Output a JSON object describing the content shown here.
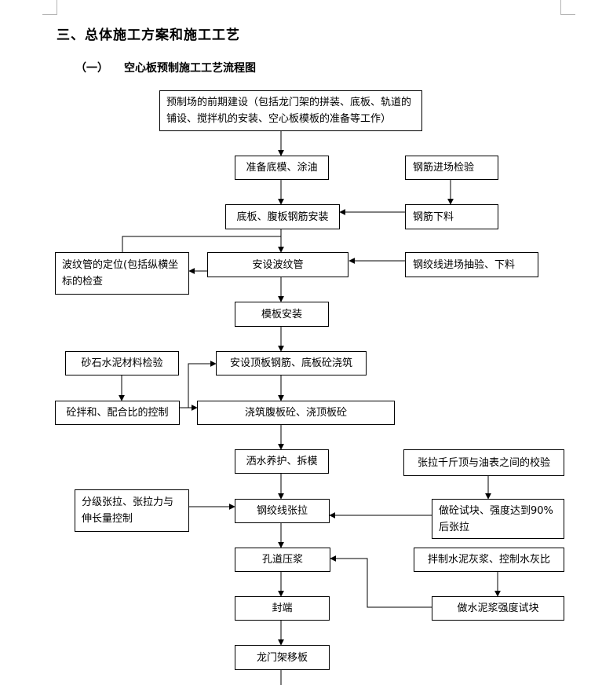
{
  "heading": "三、总体施工方案和施工工艺",
  "subheading": {
    "number": "（一）",
    "title": "空心板预制施工工艺流程图"
  },
  "boxes": {
    "prelim": "预制场的前期建设（包括龙门架的拼装、底板、轨道的铺设、搅拌机的安装、空心板模板的准备等工作）",
    "bed_oil": "准备底模、涂油",
    "rebar_check": "钢筋进场检验",
    "rebar_install": "底板、腹板钢筋安装",
    "rebar_cut": "钢筋下料",
    "duct_position": "波纹管的定位(包括纵横坐标的检查",
    "duct_install": "安设波纹管",
    "strand_check": "钢绞线进场抽验、下料",
    "formwork": "模板安装",
    "aggregate_check": "砂石水泥材料检验",
    "top_rebar": "安设顶板钢筋、底板砼浇筑",
    "mix_control": "砼拌和、配合比的控制",
    "pour_web": "浇筑腹板砼、浇顶板砼",
    "curing": "洒水养护、拆模",
    "jack_calib": "张拉千斤顶与油表之间的校验",
    "staged_tension": "分级张拉、张拉力与伸长量控制",
    "tensioning": "钢绞线张拉",
    "test_block": "做砼试块、强度达到90%后张拉",
    "mix_grout": "拌制水泥灰浆、控制水灰比",
    "grouting": "孔道压浆",
    "sealing": "封端",
    "grout_test": "做水泥浆强度试块",
    "gantry_move": "龙门架移板"
  }
}
